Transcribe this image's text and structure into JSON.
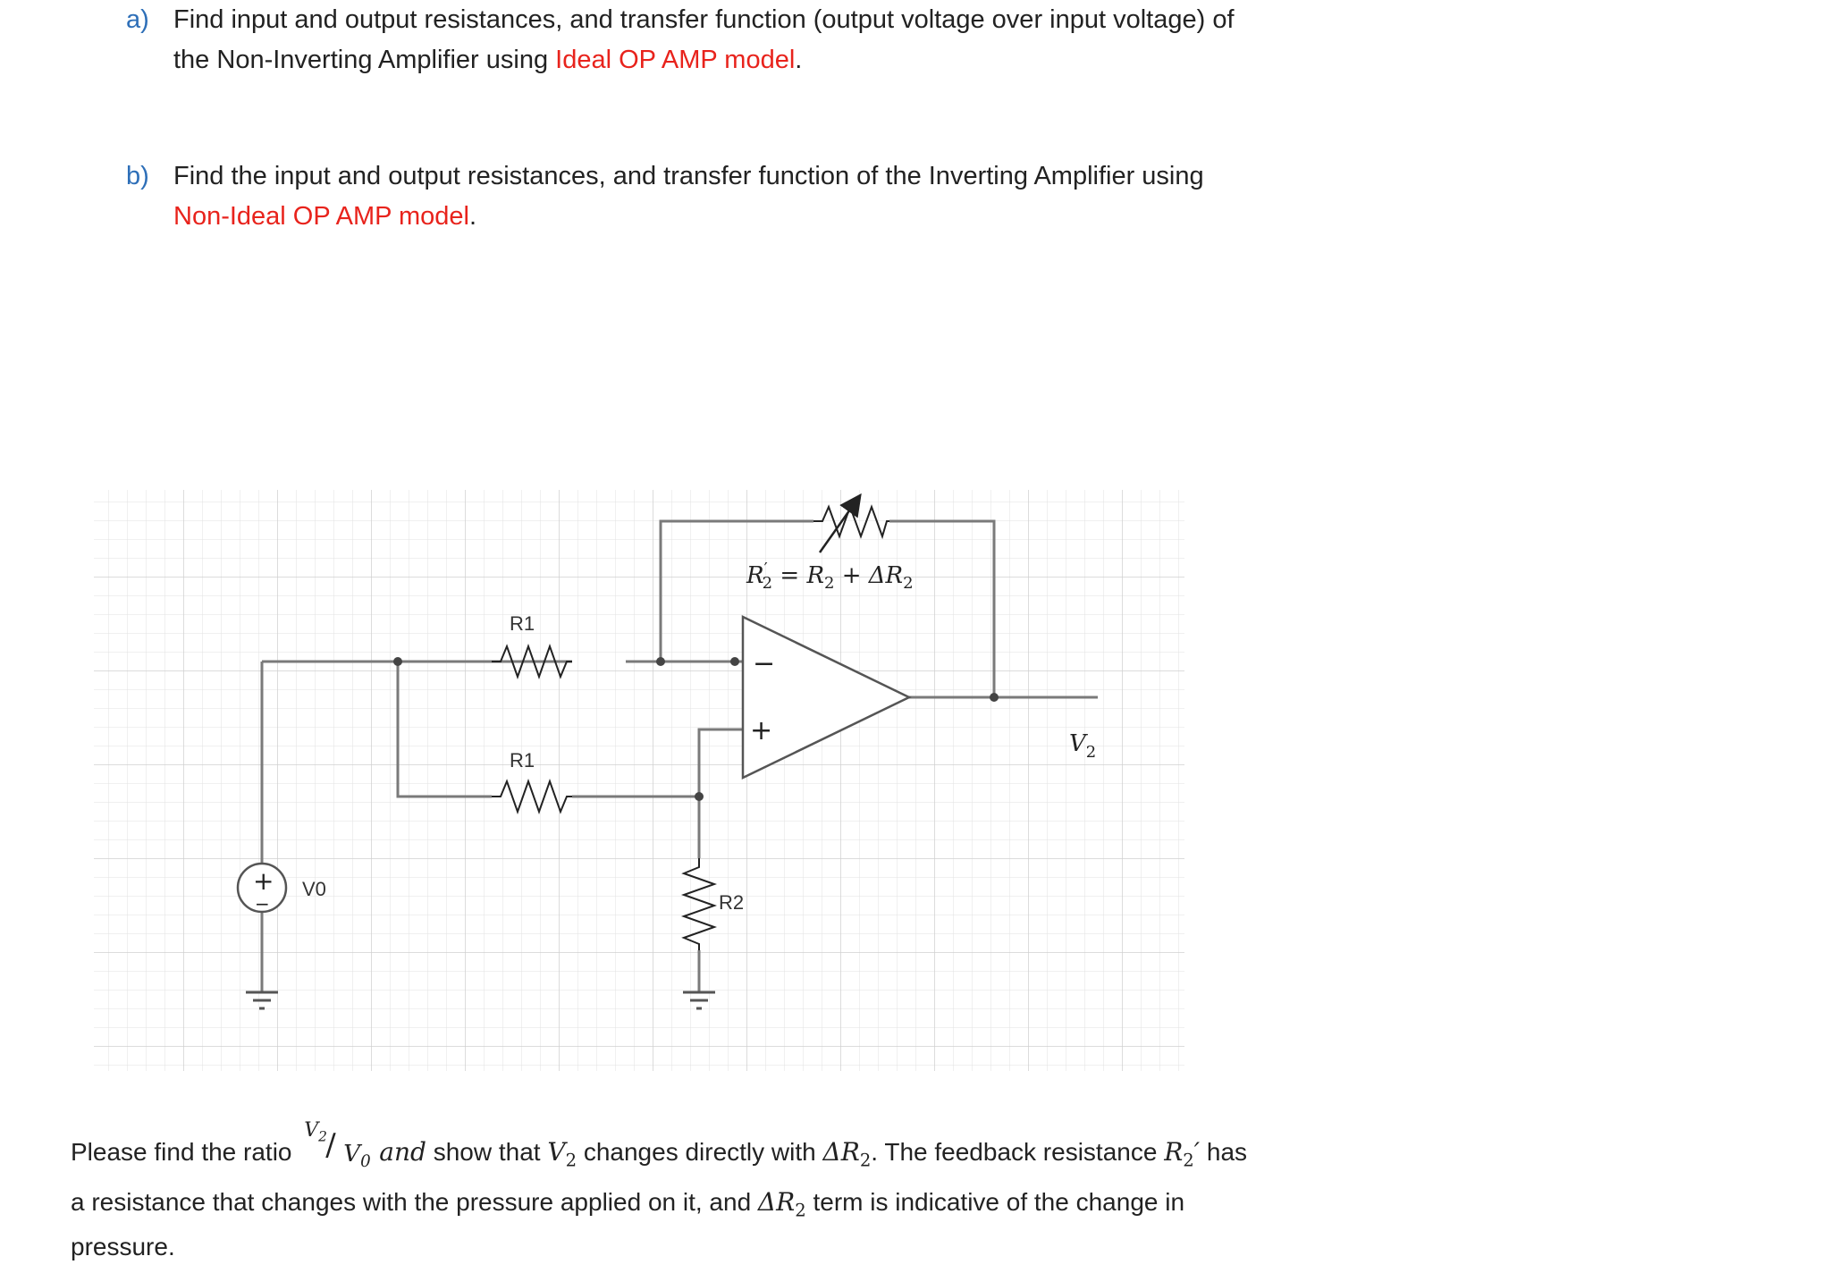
{
  "question_a": {
    "label": "a)",
    "line1": "Find input and output resistances, and transfer function (output voltage over input voltage) of",
    "line2_prefix": "the Non-Inverting Amplifier using ",
    "line2_highlight": "Ideal OP AMP model",
    "line2_suffix": "."
  },
  "question_b": {
    "label": "b)",
    "line1": "Find the input and output resistances, and transfer function of the Inverting Amplifier using",
    "line2_highlight": "Non-Ideal OP AMP model",
    "line2_suffix": "."
  },
  "circuit": {
    "r1_top_label": "R1",
    "r1_bottom_label": "R1",
    "r2_label": "R2",
    "source_label": "V0",
    "feedback_eq_lhs": "R",
    "feedback_eq_lhs_sup": "′",
    "feedback_eq_lhs_sub": "2",
    "feedback_eq_mid": " = R",
    "feedback_eq_mid_sub": "2",
    "feedback_eq_rhs": " + ΔR",
    "feedback_eq_rhs_sub": "2",
    "output_label": "V",
    "output_label_sub": "2",
    "opamp_minus": "−",
    "opamp_plus": "+",
    "source_plus": "+",
    "source_minus": "−",
    "colors": {
      "wire": "#7a7a7a",
      "grid": "#dcdcdc",
      "ink": "#222222"
    }
  },
  "paragraph": {
    "l1_a": "Please find the ratio ",
    "frac_num": "V",
    "frac_num_sub": "2",
    "frac_slash": "/",
    "frac_den": "V",
    "frac_den_sub": "0",
    "l1_and": "and",
    "l1_b": " show that ",
    "v2": "V",
    "v2_sub": "2",
    "l1_c": "  changes directly with ",
    "dr2": "ΔR",
    "dr2_sub": "2",
    "l1_d": ". The feedback resistance ",
    "r2p": "R",
    "r2p_sub": "2",
    "r2p_prime": "′",
    "l1_e": " has",
    "l2_a": "a resistance that changes with the pressure applied on it, and ",
    "l2_dr2": "ΔR",
    "l2_dr2_sub": "2",
    "l2_b": " term is indicative of the change in",
    "l3": "pressure."
  }
}
